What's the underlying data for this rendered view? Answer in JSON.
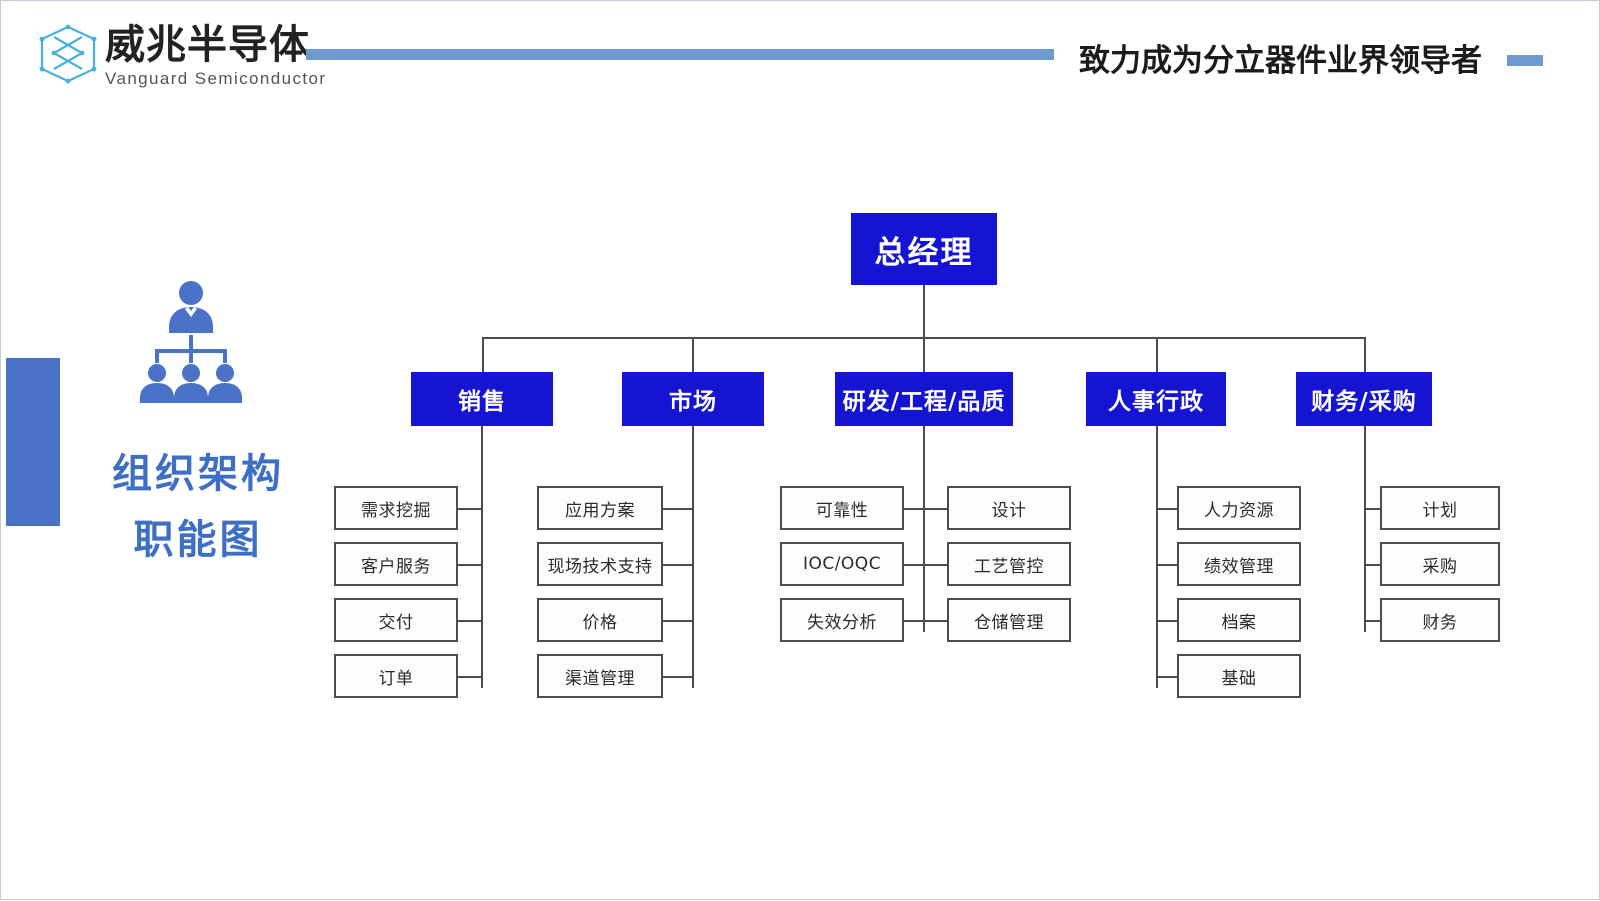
{
  "header": {
    "logo_cn": "威兆半导体",
    "logo_en": "Vanguard Semiconductor",
    "tagline": "致力成为分立器件业界领导者",
    "rule_color": "#6d9bd1"
  },
  "panel": {
    "title_line1": "组织架构",
    "title_line2": "职能图",
    "title_color": "#3d6fc4",
    "accent_color": "#4a72c8",
    "icon": "org-people-icon"
  },
  "chart_data": {
    "type": "diagram",
    "title": "组织架构职能图",
    "node_colors": {
      "level1": "#1414d2",
      "level2": "#1414d2",
      "leaf_border": "#4c4c4c",
      "leaf_fill": "#fdfdfd"
    },
    "root": {
      "label": "总经理"
    },
    "departments": [
      {
        "label": "销售",
        "layout": "left",
        "children": [
          "需求挖掘",
          "客户服务",
          "交付",
          "订单"
        ]
      },
      {
        "label": "市场",
        "layout": "left",
        "children": [
          "应用方案",
          "现场技术支持",
          "价格",
          "渠道管理"
        ]
      },
      {
        "label": "研发/工程/品质",
        "layout": "split",
        "children_left": [
          "可靠性",
          "IOC/OQC",
          "失效分析"
        ],
        "children_right": [
          "设计",
          "工艺管控",
          "仓储管理"
        ]
      },
      {
        "label": "人事行政",
        "layout": "right",
        "children": [
          "人力资源",
          "绩效管理",
          "档案",
          "基础"
        ]
      },
      {
        "label": "财务/采购",
        "layout": "right",
        "children": [
          "计划",
          "采购",
          "财务"
        ]
      }
    ]
  }
}
